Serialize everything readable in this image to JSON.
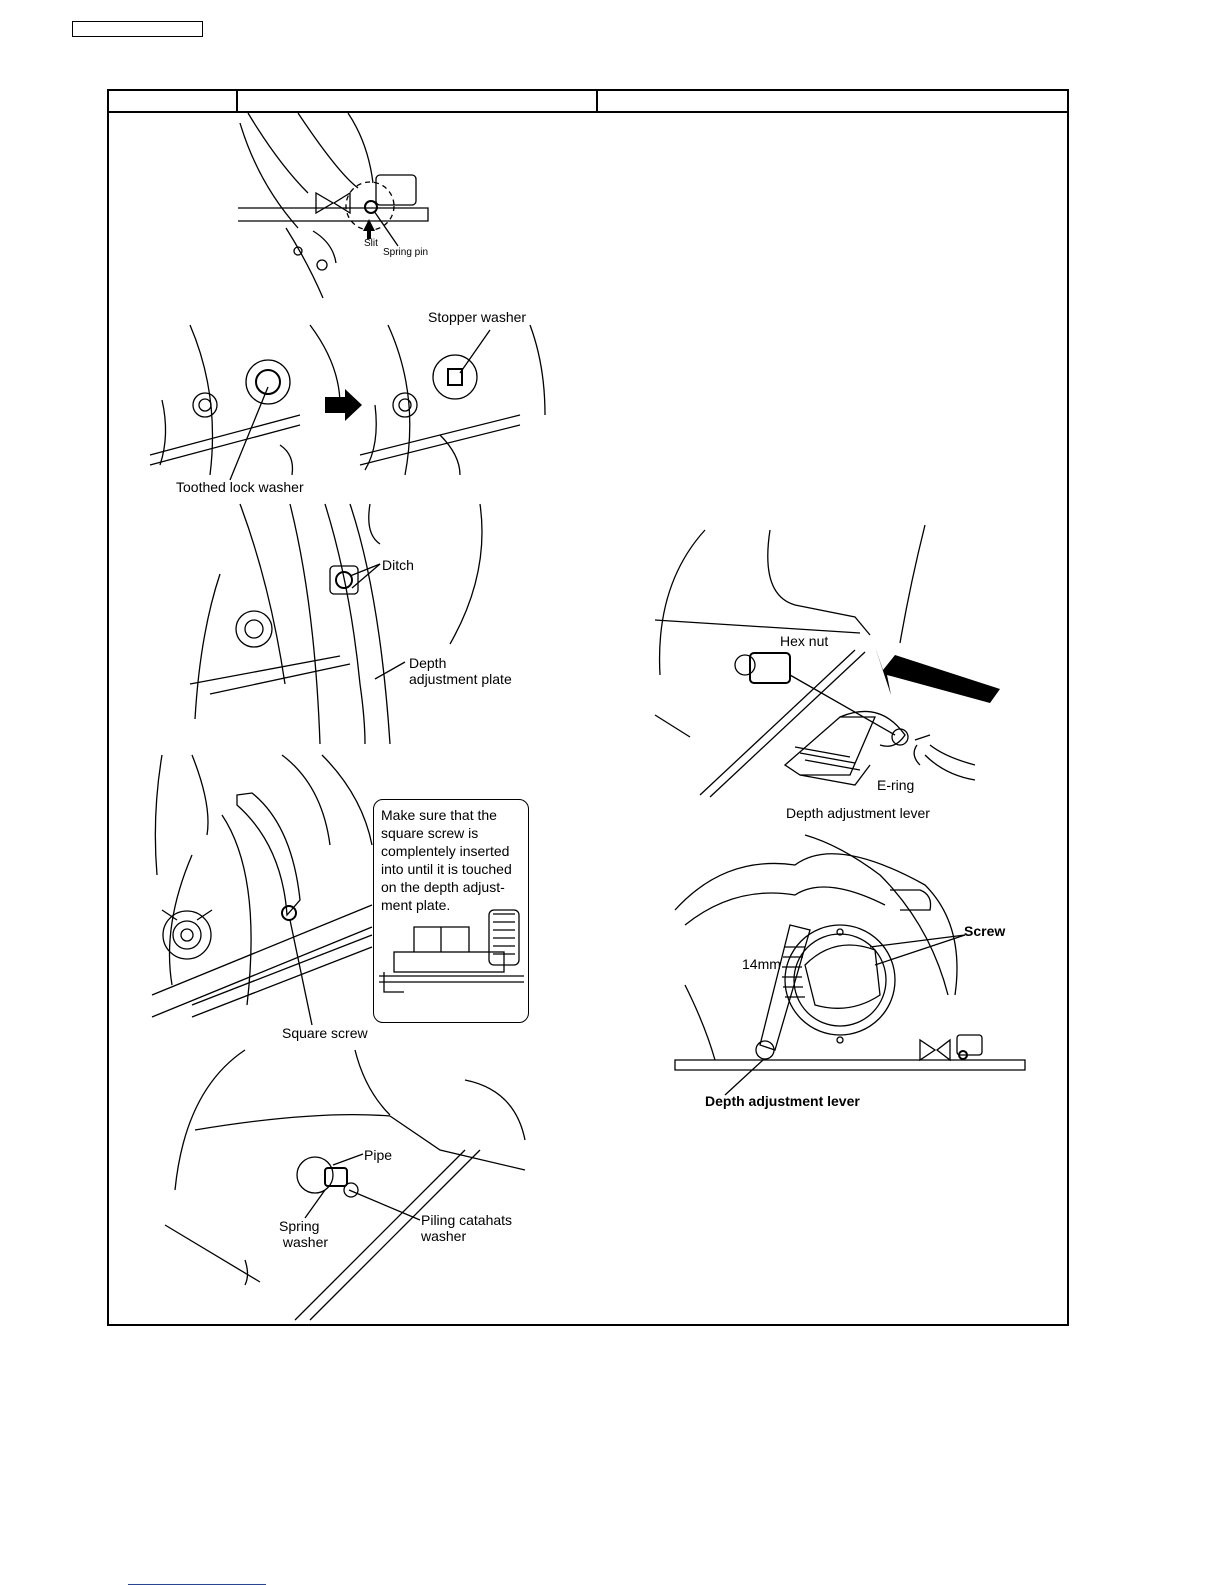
{
  "labels": {
    "slit": "Slit",
    "spring_pin": "Spring pin",
    "stopper_washer": "Stopper washer",
    "toothed_lock_washer": "Toothed lock washer",
    "ditch": "Ditch",
    "depth_adjustment_plate": "Depth\nadjustment plate",
    "note": "Make sure that the square screw is complentely inserted into until it is touched on the depth adjust-ment plate.",
    "square_screw": "Square screw",
    "pipe": "Pipe",
    "spring_washer": "Spring\n washer",
    "piling_washer": "Piling catahats\nwasher",
    "hex_nut": "Hex nut",
    "e_ring": "E-ring",
    "depth_adjustment_lever_1": "Depth adjustment lever",
    "screw": "Screw",
    "dimension": "14mm",
    "depth_adjustment_lever_2": "Depth adjustment lever"
  }
}
